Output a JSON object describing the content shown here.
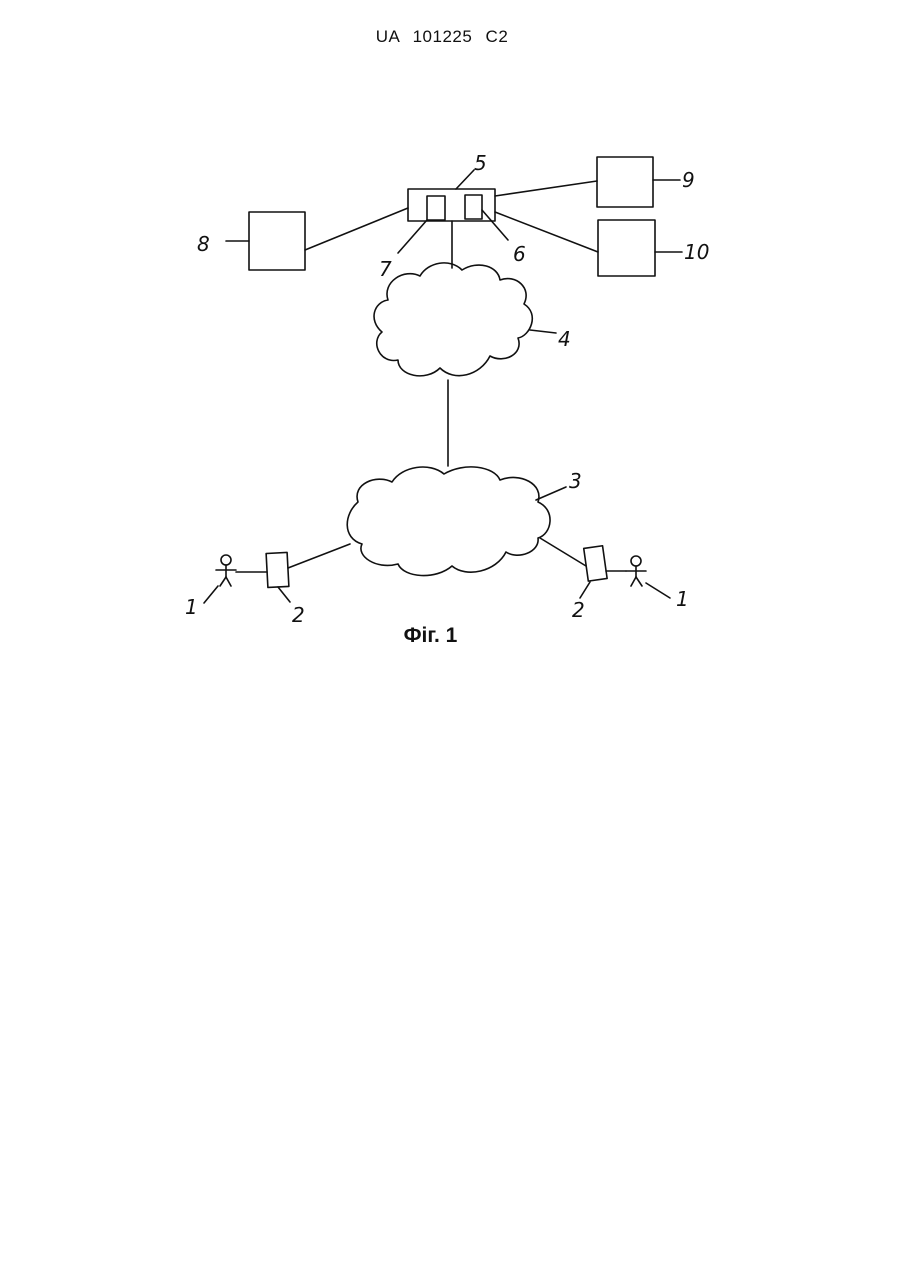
{
  "header": {
    "patent_number": "UA   101225   C2"
  },
  "figure": {
    "caption": "Фіг. 1",
    "labels": {
      "user_left": "1",
      "user_right": "1",
      "device_left": "2",
      "device_right": "2",
      "network_lower": "3",
      "network_upper": "4",
      "server": "5",
      "server_module_right": "6",
      "server_module_left": "7",
      "box_left": "8",
      "box_top_right": "9",
      "box_bottom_right": "10"
    }
  }
}
